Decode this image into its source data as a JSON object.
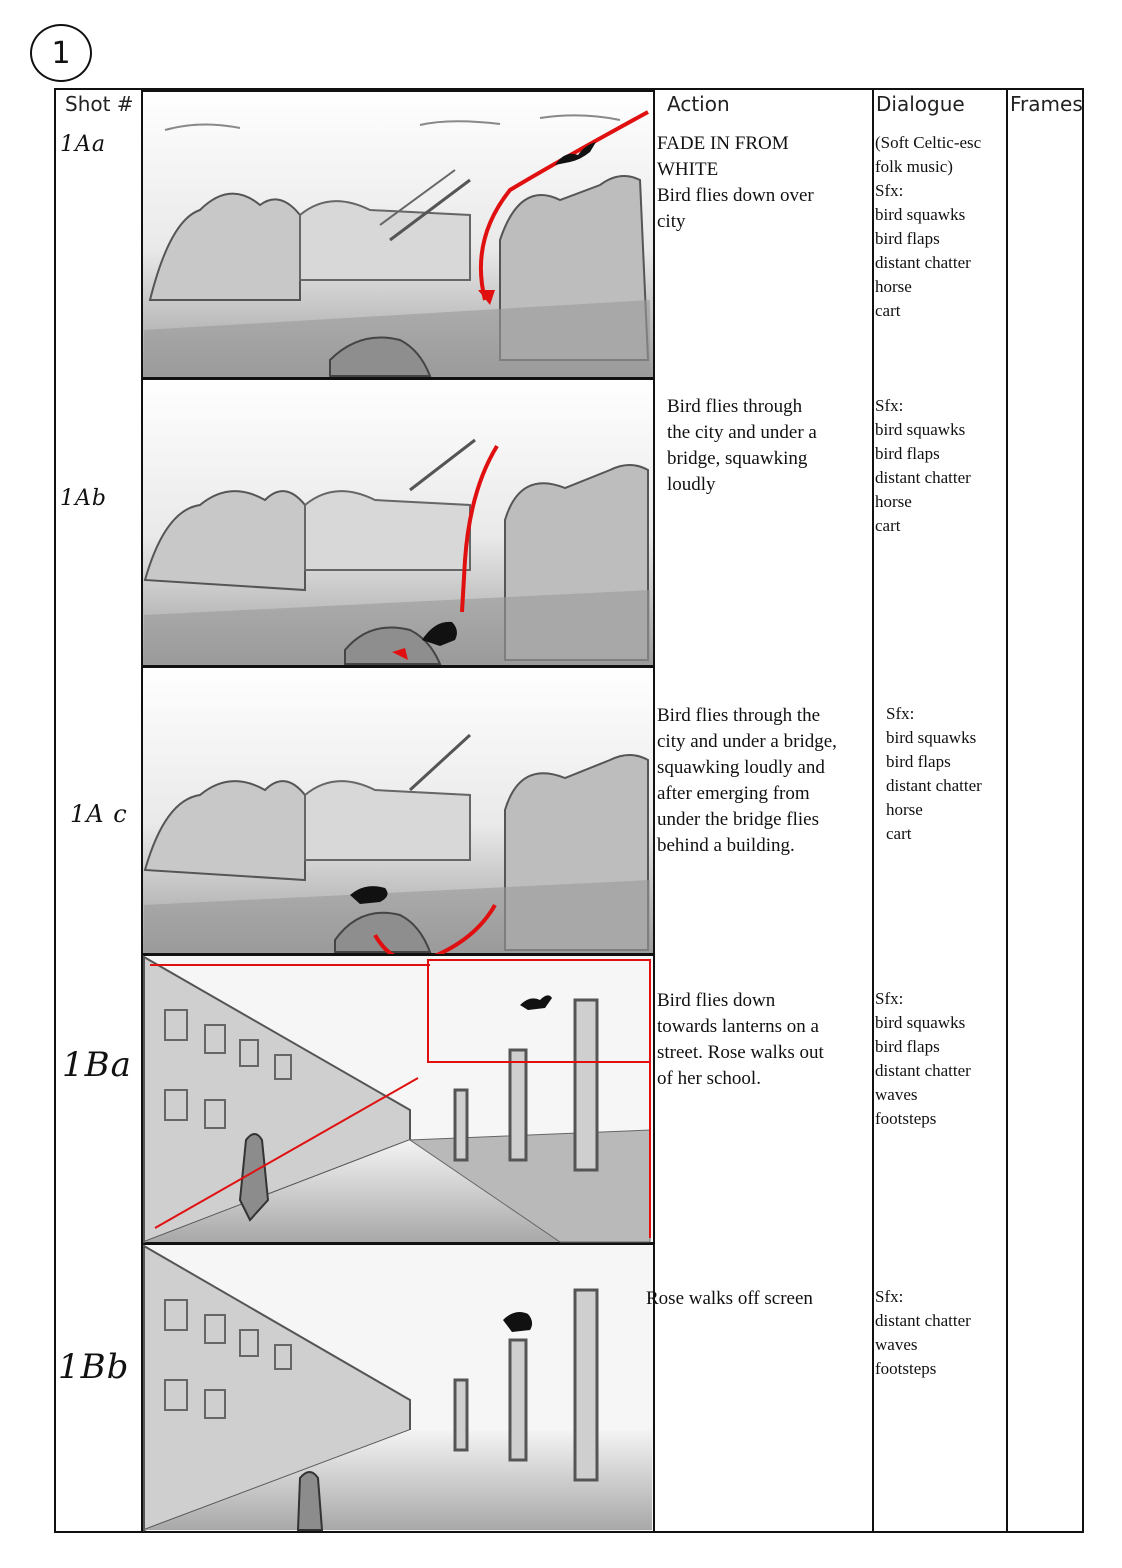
{
  "page": {
    "number": "1"
  },
  "headers": {
    "shot": "Shot #",
    "action": "Action",
    "dialogue": "Dialogue",
    "frames": "Frames"
  },
  "shots": [
    {
      "label": "1Aa",
      "action": [
        "FADE IN FROM",
        "WHITE",
        "Bird flies down over",
        "city"
      ],
      "dialogue": [
        "(Soft Celtic-esc",
        "folk music)",
        "Sfx:",
        "bird squawks",
        "bird flaps",
        "distant chatter",
        "horse",
        "cart"
      ]
    },
    {
      "label": "1Ab",
      "action": [
        "Bird flies through",
        "the city and under a",
        "bridge, squawking",
        "loudly"
      ],
      "dialogue": [
        "Sfx:",
        "bird squawks",
        "bird flaps",
        "distant chatter",
        "horse",
        "cart"
      ]
    },
    {
      "label": "1A c",
      "action": [
        "Bird flies through the",
        "city and under a bridge,",
        "squawking loudly and",
        "after emerging from",
        "under the bridge flies",
        "behind a building."
      ],
      "dialogue": [
        "Sfx:",
        "bird squawks",
        "bird flaps",
        "distant chatter",
        "horse",
        "cart"
      ]
    },
    {
      "label": "1Ba",
      "action": [
        "Bird flies down",
        "towards lanterns on a",
        "street. Rose walks out",
        "of her school."
      ],
      "dialogue": [
        "Sfx:",
        "bird squawks",
        "bird flaps",
        "distant chatter",
        "waves",
        "footsteps"
      ]
    },
    {
      "label": "1Bb",
      "action": [
        "Rose walks off screen"
      ],
      "dialogue": [
        "Sfx:",
        "distant chatter",
        "waves",
        "footsteps"
      ]
    }
  ],
  "colors": {
    "ink": "#111111",
    "sketch": "#8a8a8a",
    "red_arrow": "#e01010"
  }
}
